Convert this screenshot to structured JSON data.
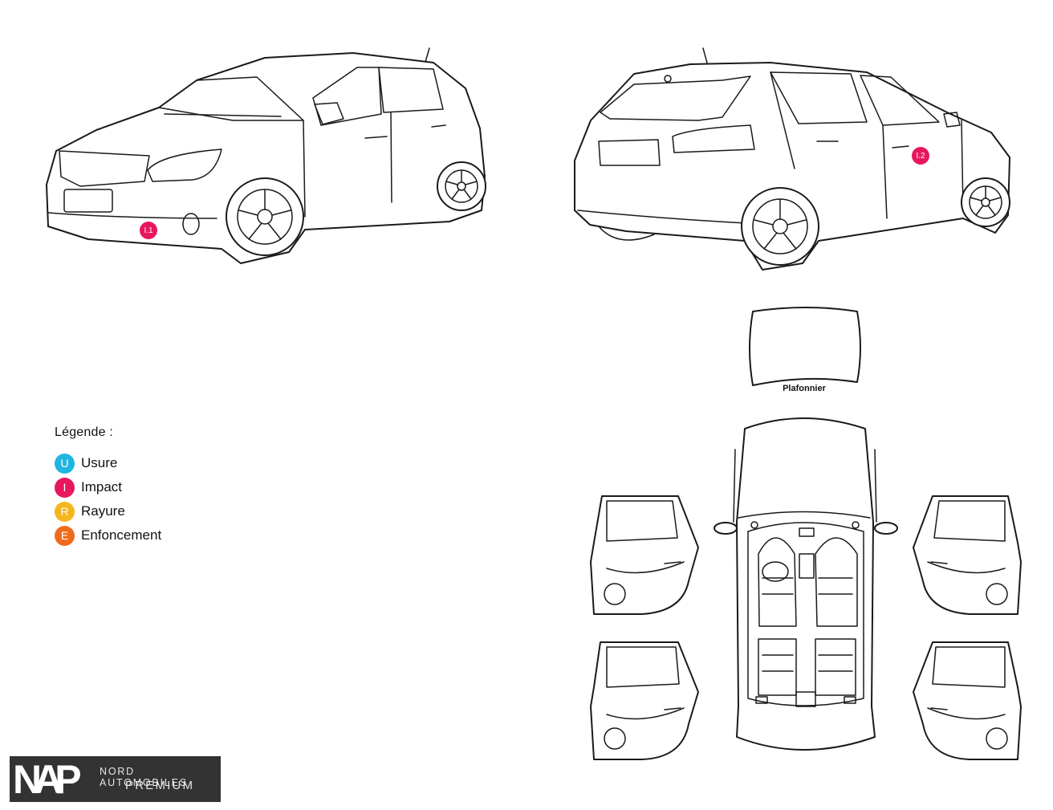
{
  "colors": {
    "usure": "#1fb6e0",
    "impact": "#e8175d",
    "rayure": "#f5b51e",
    "enfoncement": "#ef6b1c",
    "logo_background": "#333333"
  },
  "legend": {
    "title": "Légende :",
    "items": [
      {
        "code": "U",
        "label": "Usure"
      },
      {
        "code": "I",
        "label": "Impact"
      },
      {
        "code": "R",
        "label": "Rayure"
      },
      {
        "code": "E",
        "label": "Enfoncement"
      }
    ]
  },
  "markers": [
    {
      "label": "I.1",
      "type": "impact"
    },
    {
      "label": "I.2",
      "type": "impact"
    }
  ],
  "views": {
    "roof_label": "Plafonnier"
  },
  "logo": {
    "mark": "NAP",
    "line1": "NORD AUTOMOBILES",
    "line2": "PREMIUM"
  }
}
